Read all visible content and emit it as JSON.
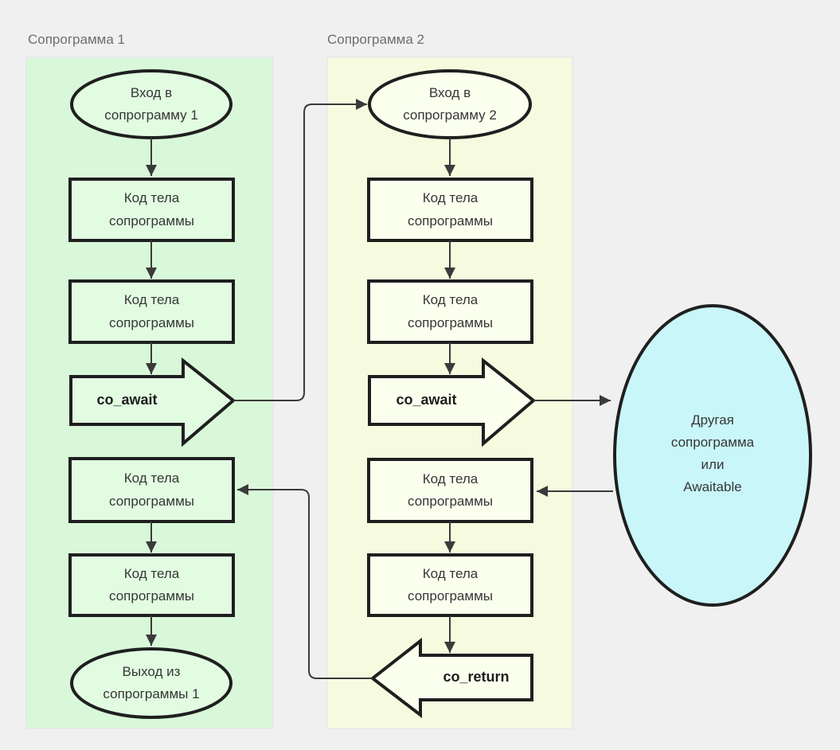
{
  "diagram": {
    "background_color": "#f0f0f0",
    "border_color": "#1f1f1f",
    "connector_color": "#3a3a3a",
    "columns": [
      {
        "title": "Сопрограмма 1",
        "panel_color": "#d9f8d9",
        "node_fill": "#e2fce2",
        "entry_label": "Вход в\nсопрограмму 1",
        "body_boxes": [
          "Код тела\nсопрограммы",
          "Код тела\nсопрограммы",
          "Код тела\nсопрограммы",
          "Код тела\nсопрограммы"
        ],
        "await_label": "co_await",
        "exit_label": "Выход из\nсопрограммы 1"
      },
      {
        "title": "Сопрограмма 2",
        "panel_color": "#f6fbe0",
        "node_fill": "#fbffee",
        "entry_label": "Вход в\nсопрограмму 2",
        "body_boxes": [
          "Код тела\nсопрограммы",
          "Код тела\nсопрограммы",
          "Код тела\nсопрограммы",
          "Код тела\nсопрограммы"
        ],
        "await_label": "co_await",
        "return_label": "co_return"
      }
    ],
    "awaitable": {
      "label": "Другая\nсопрограмма\nили\nAwaitable",
      "fill": "#c9f6f9"
    }
  }
}
